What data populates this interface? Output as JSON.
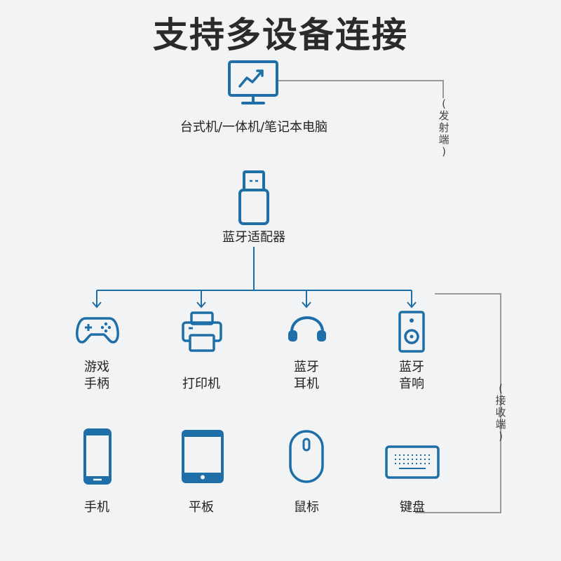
{
  "title": "支持多设备连接",
  "source": {
    "label": "台式机/一体机/笔记本电脑",
    "side_label": [
      "(",
      "发",
      "射",
      "端",
      ")"
    ]
  },
  "adapter": {
    "label": "蓝牙适配器"
  },
  "receiver_side_label": [
    "(",
    "接",
    "收",
    "端",
    ")"
  ],
  "devices_row1": [
    {
      "icon": "gamepad-icon",
      "label_lines": [
        "游戏",
        "手柄"
      ]
    },
    {
      "icon": "printer-icon",
      "label_lines": [
        "打印机"
      ]
    },
    {
      "icon": "headphones-icon",
      "label_lines": [
        "蓝牙",
        "耳机"
      ]
    },
    {
      "icon": "speaker-icon",
      "label_lines": [
        "蓝牙",
        "音响"
      ]
    }
  ],
  "devices_row2": [
    {
      "icon": "phone-icon",
      "label": "手机"
    },
    {
      "icon": "tablet-icon",
      "label": "平板"
    },
    {
      "icon": "mouse-icon",
      "label": "鼠标"
    },
    {
      "icon": "keyboard-icon",
      "label": "键盘"
    }
  ],
  "colors": {
    "accent": "#1e6fa8",
    "line": "#9a9a9a",
    "background": "#f2f3f5"
  }
}
